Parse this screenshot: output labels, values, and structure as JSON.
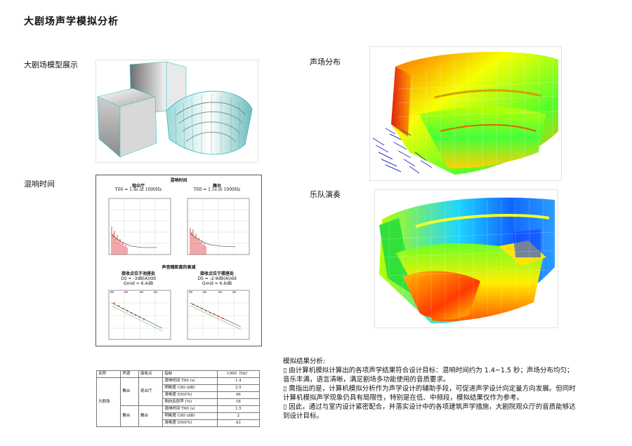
{
  "page": {
    "title": "大剧场声学模拟分析"
  },
  "sections": {
    "model": "大剧场模型展示",
    "reverb": "混响时间",
    "field": "声场分布",
    "orchestra": "乐队演奏"
  },
  "reverb_chart": {
    "title": "混响时间",
    "left": {
      "name": "观众厅",
      "value": "T60 = 1.4s at 1000Hz"
    },
    "right": {
      "name": "舞台",
      "value": "T60 = 1.5s at 1000Hz"
    },
    "decay_title": "声音随距离的衰减",
    "left2": {
      "name": "接收点位于池座处",
      "ds": "DS = -3dB(A)/dd",
      "gmid": "Gmid = 6.4dB"
    },
    "right2": {
      "name": "接收点位于楼座处",
      "ds": "DS = -2.9dB(A)/dd",
      "gmid": "Gmid = 6.6dB"
    }
  },
  "table": {
    "headers": [
      "名称",
      "声源",
      "接收点",
      "指标",
      "1000（Hz）"
    ],
    "venue": "大剧场",
    "source": "舞台",
    "rows": [
      {
        "group": "观众厅",
        "metric": "混响时间 T60 (s)",
        "value": "1.4"
      },
      {
        "group": "",
        "metric": "明晰度 C80 (dB)",
        "value": "2.5"
      },
      {
        "group": "",
        "metric": "清晰度 D50(%)",
        "value": "46"
      },
      {
        "group": "",
        "metric": "侧向反射声 (%)",
        "value": "18"
      },
      {
        "group": "舞台",
        "metric": "混响时间 T60 (s)",
        "value": "1.5"
      },
      {
        "group": "",
        "metric": "明晰度 C80 (dB)",
        "value": "2"
      },
      {
        "group": "",
        "metric": "清晰度 D50(%)",
        "value": "43"
      }
    ]
  },
  "analysis": {
    "heading": "模拟结果分析:",
    "bullet": "▯",
    "paragraphs": [
      "由计算机模拟计算出的各项声学结果符合设计目标：混响时间约为 1.4~1.5 秒；声场分布均匀；音乐丰满，语言清晰，满足剧场多功能使用的音质要求。",
      "需指出的是，计算机模拟分析作为声学设计的辅助手段，可促进声学设计向定量方向发展。但同时计算机模拟声学现象仍具有局限性，特别是在低、中频段，模拟结果仅作为参考。",
      "因此，通过与室内设计紧密配合，并落实设计中的各项建筑声学措施，大剧院观众厅的音质能够达到设计目标。"
    ]
  }
}
